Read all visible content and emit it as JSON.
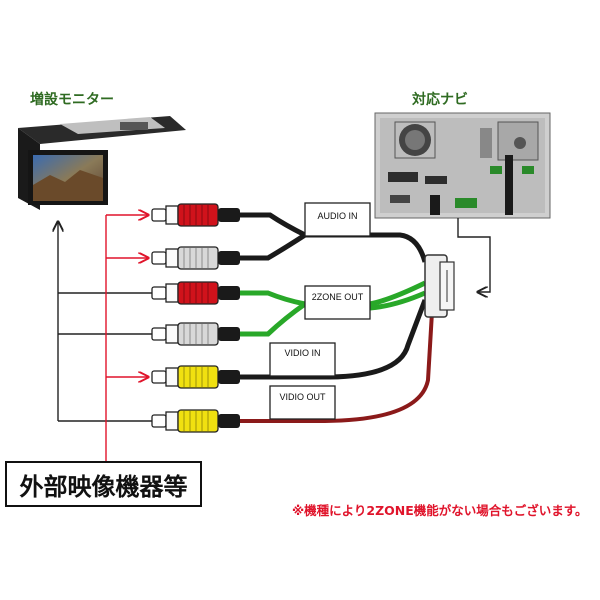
{
  "headers": {
    "monitor": "増設モニター",
    "navi": "対応ナビ"
  },
  "cables": [
    {
      "label": "AUDIO IN",
      "plugs": [
        "red",
        "white"
      ],
      "wire": "#1a1a1a"
    },
    {
      "label": "2ZONE OUT",
      "plugs": [
        "red",
        "white"
      ],
      "wire": "#29a829"
    },
    {
      "label": "VIDIO IN",
      "plugs": [
        "yellow"
      ],
      "wire": "#1a1a1a"
    },
    {
      "label": "VIDIO OUT",
      "plugs": [
        "yellow"
      ],
      "wire": "#8b1a1a"
    }
  ],
  "external_devices_label": "外部映像機器等",
  "note": "※機種により2ZONE機能がない場合もございます。",
  "colors": {
    "header_green": "#2f6b22",
    "arrow_red": "#e0142b",
    "plug_red": "#d0121b",
    "plug_white": "#d8d8d8",
    "plug_yellow": "#f0e010",
    "wire_green": "#29a829",
    "wire_black": "#1a1a1a",
    "wire_brown": "#8b1a1a"
  }
}
